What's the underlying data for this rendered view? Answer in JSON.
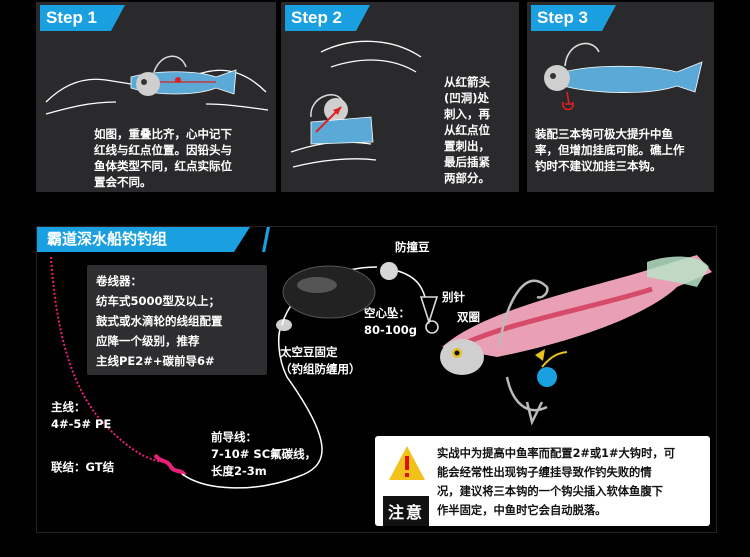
{
  "steps": [
    {
      "label": "Step 1",
      "text": [
        "如图，重叠比齐，心中记下",
        "红线与红点位置。因铅头与",
        "鱼体类型不同，红点实际位",
        "置会不同。"
      ]
    },
    {
      "label": "Step 2",
      "text": [
        "从红箭头",
        "(凹洞)处",
        "刺入，再",
        "从红点位",
        "置刺出，",
        "最后插紧",
        "两部分。"
      ]
    },
    {
      "label": "Step 3",
      "text": [
        "装配三本钩可极大提升中鱼",
        "率，但增加挂底可能。礁上作",
        "钓时不建议加挂三本钩。"
      ]
    }
  ],
  "section_title": "霸道深水船钓钓组",
  "reel": {
    "title": "卷线器：",
    "lines": [
      "纺车式5000型及以上；",
      "鼓式或水滴轮的线组配置",
      "应降一个级别，推荐",
      "主线PE2#+碳前导6#"
    ]
  },
  "labels": {
    "bead": "防撞豆",
    "snap": "别针",
    "split_ring": "双圈",
    "sinker_title": "空心坠：",
    "sinker_weight": "80-100g",
    "bean_title": "太空豆固定",
    "bean_sub": "（钓组防缠用）",
    "main_line_title": "主线：",
    "main_line_spec": "4#-5# PE",
    "knot": "联结：GT结",
    "leader_title": "前导线：",
    "leader_spec": "7-10#  SC氟碳线，",
    "leader_len": "长度2-3m"
  },
  "notice": {
    "lines": [
      "实战中为提高中鱼率而配置2#或1#大钩时，可",
      "能会经常性出现钩子缠挂导致作钓失败的情",
      "况，建议将三本钩的一个钩尖插入软体鱼腹下",
      "作半固定，中鱼时它会自动脱落。"
    ],
    "tag": "注意"
  },
  "colors": {
    "accent": "#1a9fe0",
    "line_pink": "#e8207a",
    "panel": "#2a2a2c",
    "warn": "#e02020"
  }
}
